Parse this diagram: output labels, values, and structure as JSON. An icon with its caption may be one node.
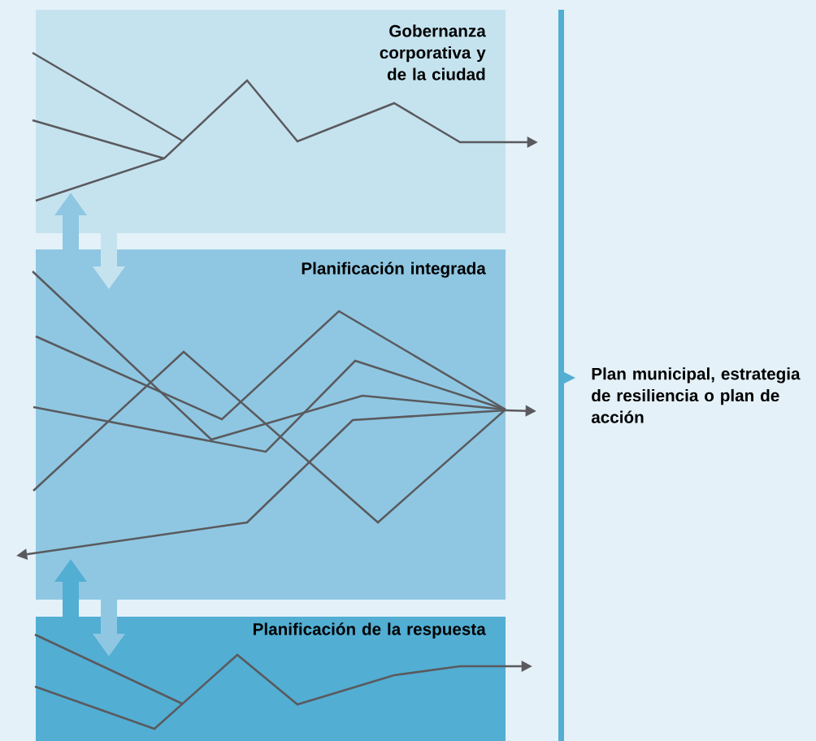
{
  "diagram": {
    "nodes": [
      {
        "text": [
          "Gobernanza corporativa y de la ciudad"
        ]
      },
      {
        "text": [
          "Planificación integrada"
        ]
      },
      {
        "text": [
          "Planificación de la respuesta"
        ]
      },
      {
        "text": [
          "Plan municipal, estrategia de resiliencia o plan de acción"
        ]
      }
    ],
    "edges": [
      {
        "from": 1,
        "to": 0,
        "arrow": "to",
        "color": "#8fc7e2"
      },
      {
        "from": 0,
        "to": 1,
        "arrow": "to",
        "color": "#c5e3ef"
      },
      {
        "from": 2,
        "to": 1,
        "arrow": "to",
        "color": "#52aed3"
      },
      {
        "from": 1,
        "to": 2,
        "arrow": "to",
        "color": "#8fc7e2"
      }
    ]
  }
}
